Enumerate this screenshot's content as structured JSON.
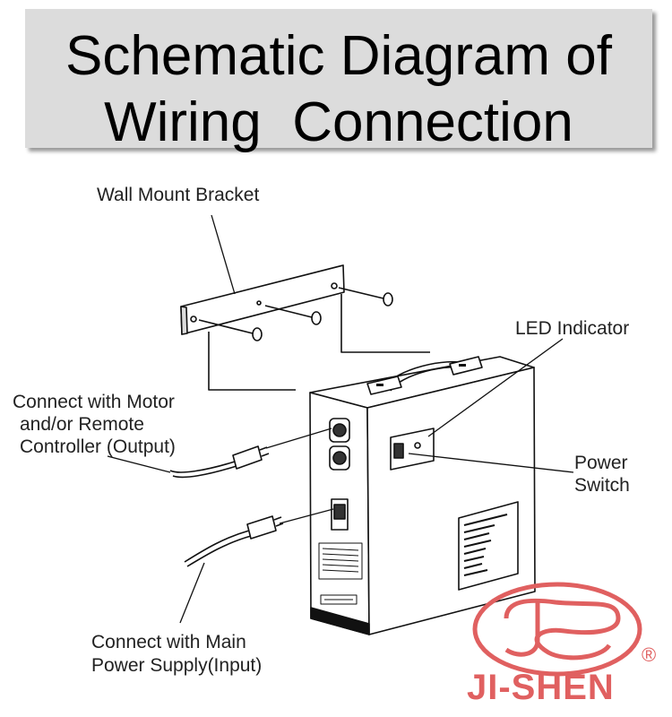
{
  "title": {
    "line1": "Schematic Diagram of",
    "line2": "Wiring  Connection"
  },
  "labels": {
    "wall_mount_bracket": "Wall Mount Bracket",
    "led_indicator": "LED Indicator",
    "output_line1": "Connect with Motor",
    "output_line2": "and/or Remote",
    "output_line3": "Controller (Output)",
    "power_switch_line1": "Power",
    "power_switch_line2": "Switch",
    "input_line1": "Connect with Main",
    "input_line2": "Power Supply(Input)"
  },
  "logo": {
    "brand": "JI-SHEN",
    "registered": "®",
    "color": "#e06060"
  }
}
